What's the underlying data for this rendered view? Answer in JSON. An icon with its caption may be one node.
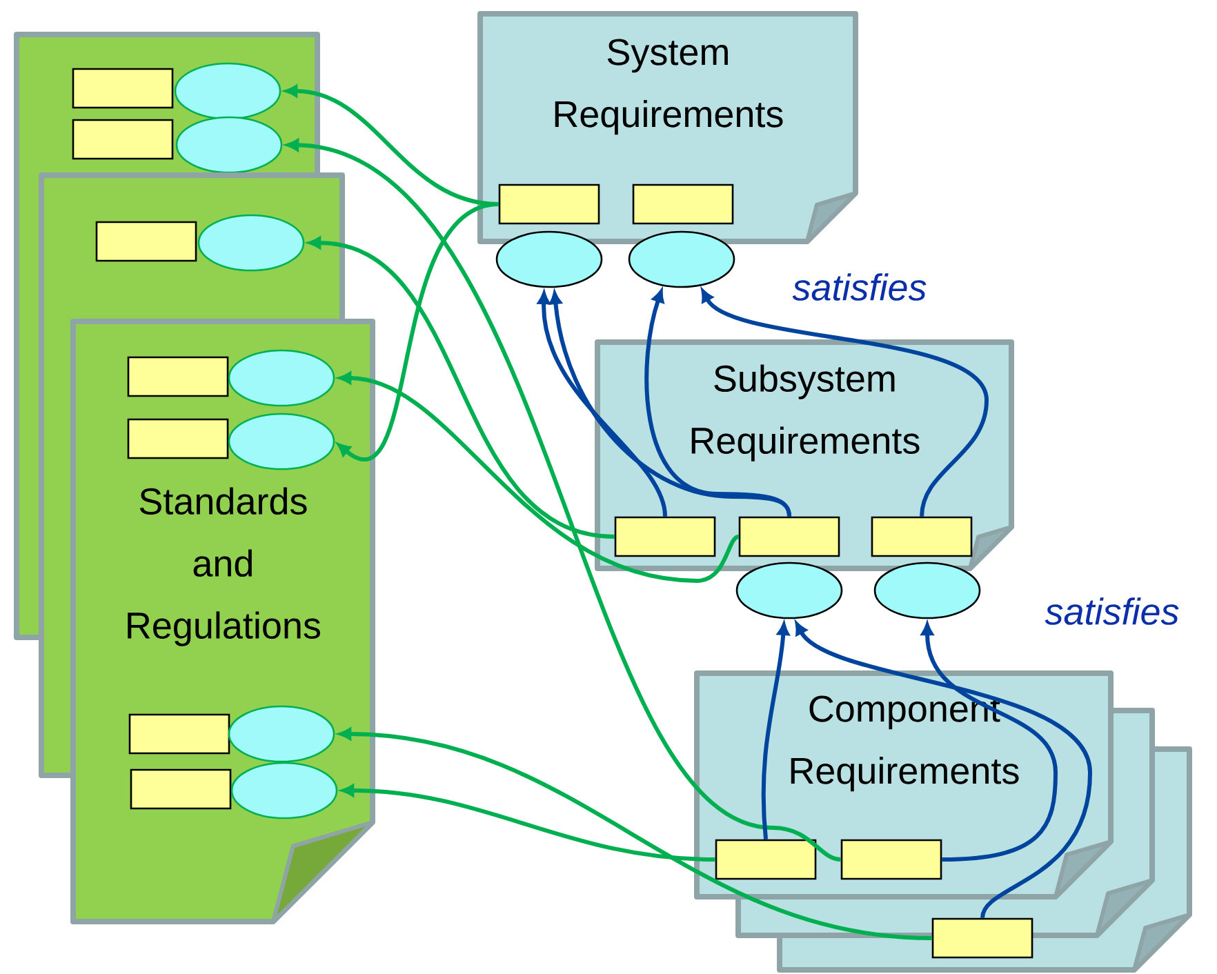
{
  "diagram": {
    "nodes": [
      {
        "text": [],
        "shape": "box"
      },
      {
        "text": [],
        "shape": "ellipse"
      },
      {
        "text": [],
        "shape": "box"
      },
      {
        "text": [],
        "shape": "ellipse"
      },
      {
        "text": [],
        "shape": "box"
      },
      {
        "text": [],
        "shape": "ellipse"
      },
      {
        "text": [
          "Standards and Regulations"
        ]
      },
      {
        "text": [],
        "shape": "box",
        "in": 6
      },
      {
        "text": [],
        "shape": "ellipse",
        "in": 6
      },
      {
        "text": [],
        "shape": "box",
        "in": 6
      },
      {
        "text": [],
        "shape": "ellipse",
        "in": 6
      },
      {
        "text": [],
        "shape": "box",
        "in": 6
      },
      {
        "text": [],
        "shape": "ellipse",
        "in": 6
      },
      {
        "text": [],
        "shape": "box",
        "in": 6
      },
      {
        "text": [],
        "shape": "ellipse",
        "in": 6
      },
      {
        "text": [
          "System Requirements"
        ]
      },
      {
        "text": [],
        "shape": "box",
        "in": 15
      },
      {
        "text": [],
        "shape": "box",
        "in": 15
      },
      {
        "text": [],
        "shape": "ellipse"
      },
      {
        "text": [],
        "shape": "ellipse"
      },
      {
        "text": [
          "Subsystem Requirements"
        ]
      },
      {
        "text": [],
        "shape": "box",
        "in": 20
      },
      {
        "text": [],
        "shape": "box",
        "in": 20
      },
      {
        "text": [],
        "shape": "box",
        "in": 20
      },
      {
        "text": [],
        "shape": "ellipse"
      },
      {
        "text": [],
        "shape": "ellipse"
      },
      {
        "text": [
          "Component Requirements"
        ]
      },
      {
        "text": [],
        "shape": "box",
        "in": 26
      },
      {
        "text": [],
        "shape": "box",
        "in": 26
      },
      {
        "text": [],
        "shape": "box"
      }
    ],
    "edges": [
      {
        "from": 16,
        "to": 1,
        "arrow": "to",
        "color": "#00b050"
      },
      {
        "from": 16,
        "to": 10,
        "arrow": "to",
        "color": "#00b050"
      },
      {
        "from": 21,
        "to": 5,
        "arrow": "to",
        "color": "#00b050"
      },
      {
        "from": 22,
        "to": 8,
        "arrow": "to",
        "color": "#00b050"
      },
      {
        "from": 28,
        "to": 3,
        "arrow": "to",
        "color": "#00b050"
      },
      {
        "from": 27,
        "to": 14,
        "arrow": "to",
        "color": "#00b050"
      },
      {
        "from": 29,
        "to": 12,
        "arrow": "to",
        "color": "#00b050"
      },
      {
        "from": 21,
        "to": 18,
        "arrow": "to",
        "color": "#00449e"
      },
      {
        "from": 22,
        "to": 18,
        "arrow": "to",
        "color": "#00449e"
      },
      {
        "from": 22,
        "to": 19,
        "arrow": "to",
        "color": "#00449e"
      },
      {
        "from": 23,
        "to": 19,
        "arrow": "to",
        "color": "#00449e"
      },
      {
        "from": 27,
        "to": 24,
        "arrow": "to",
        "color": "#00449e"
      },
      {
        "from": 28,
        "to": 25,
        "arrow": "to",
        "color": "#00449e"
      },
      {
        "from": 29,
        "to": 24,
        "arrow": "to",
        "color": "#00449e"
      }
    ],
    "labels": [
      "satisfies",
      "satisfies"
    ]
  }
}
